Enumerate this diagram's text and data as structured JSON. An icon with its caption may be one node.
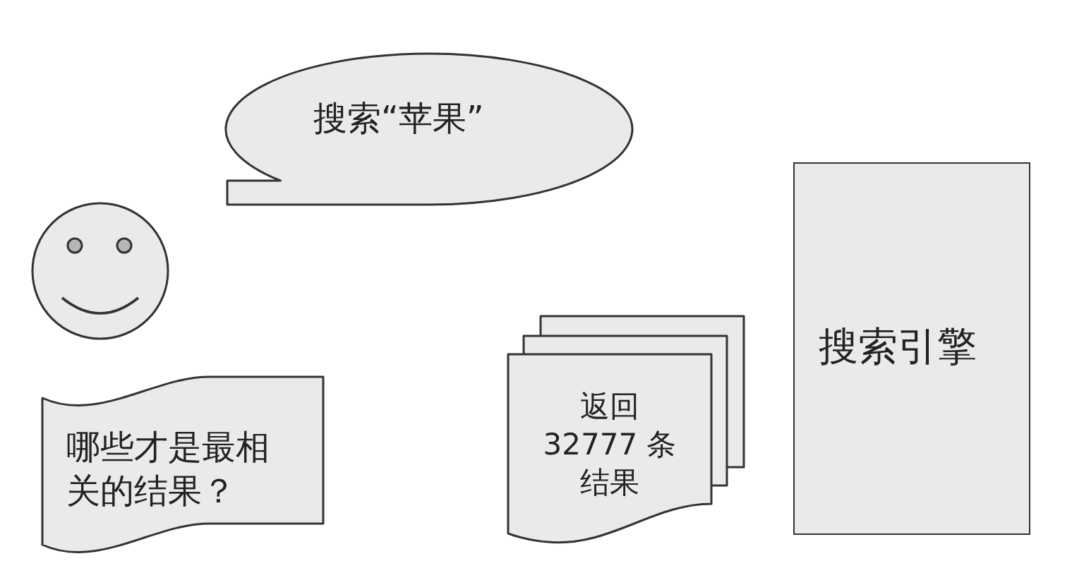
{
  "diagram": {
    "nodes": [
      {
        "text": [
          "搜索“苹果”"
        ]
      },
      {
        "text": [],
        "shape": "person"
      },
      {
        "text": [
          "搜索引擎"
        ]
      },
      {
        "text": [
          "返回32777 条结果"
        ]
      },
      {
        "text": [
          "哪些才是最相关的结果？"
        ]
      }
    ]
  }
}
